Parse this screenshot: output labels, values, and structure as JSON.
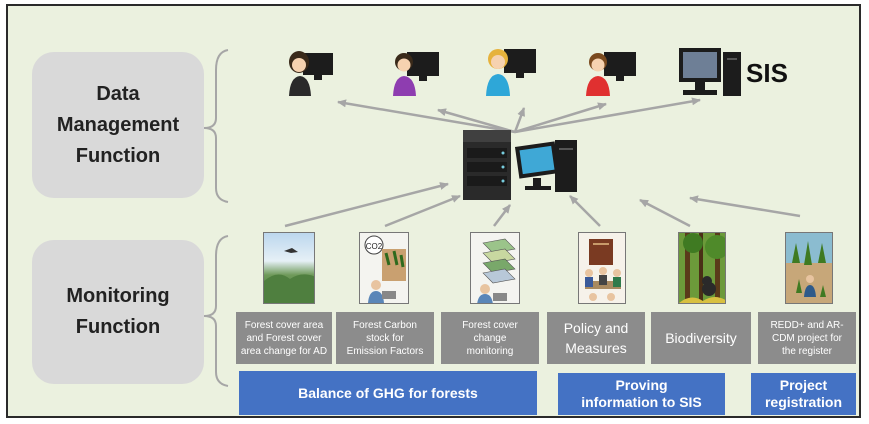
{
  "side_labels": {
    "data_management": "Data\nManagement\nFunction",
    "monitoring": "Monitoring\nFunction"
  },
  "sis_label": "SIS",
  "captions": [
    "Forest cover area\nand Forest cover\narea change for AD",
    "Forest Carbon\nstock for\nEmission Factors",
    "Forest cover\nchange\nmonitoring",
    "Policy and\nMeasures",
    "Biodiversity",
    "REDD+ and AR-\nCDM project for\nthe register"
  ],
  "co2_label": "CO2",
  "groups": {
    "balance": "Balance of GHG for forests",
    "proving": "Proving\ninformation to SIS",
    "project": "Project\nregistration"
  },
  "colors": {
    "background": "#ebf1df",
    "side_box": "#d9d9d9",
    "caption_box": "#8c8c8c",
    "group_box": "#4472c4",
    "arrow": "#a6a6a6"
  },
  "icons": {
    "users": [
      "user-with-monitor-icon",
      "user-with-monitor-icon",
      "user-with-monitor-icon",
      "user-with-monitor-icon"
    ],
    "sis": "computer-icon",
    "server": "server-computer-icon"
  }
}
